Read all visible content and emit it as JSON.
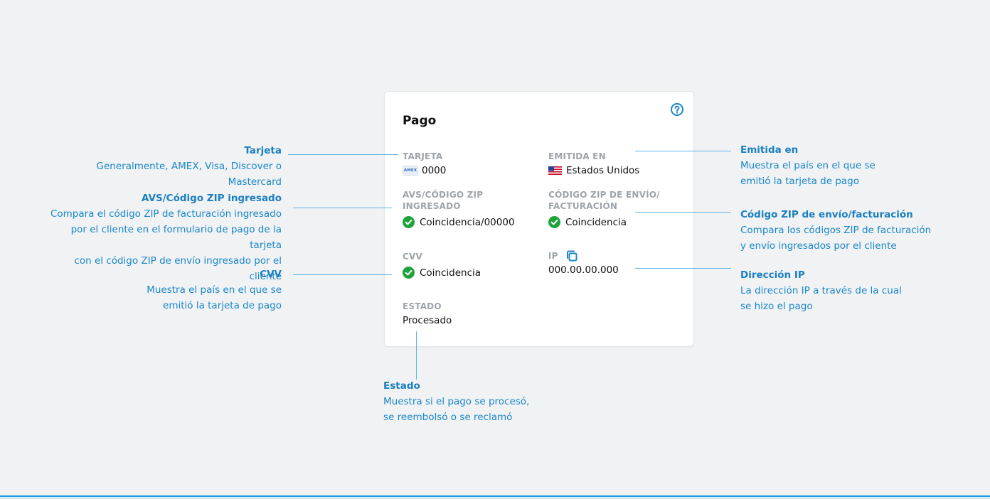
{
  "card": {
    "title": "Pago",
    "fields": {
      "tarjeta": {
        "label": "TARJETA",
        "value": "0000",
        "brand": "AMEX"
      },
      "emitida": {
        "label": "EMITIDA EN",
        "value": "Estados Unidos",
        "flag": "us-flag-icon"
      },
      "avs": {
        "label": "AVS/CÓDIGO ZIP INGRESADO",
        "value": "Coincidencia/00000"
      },
      "zip": {
        "label": "CÓDIGO ZIP DE ENVÍO/ FACTURACIÓN",
        "value": "Coincidencia"
      },
      "cvv": {
        "label": "CVV",
        "value": "Coincidencia"
      },
      "ip": {
        "label": "IP",
        "value": "000.00.00.000"
      },
      "estado": {
        "label": "ESTADO",
        "value": "Procesado"
      }
    }
  },
  "annotations": {
    "tarjeta": {
      "title": "Tarjeta",
      "desc": [
        "Generalmente, AMEX, Visa, Discover o Mastercard"
      ]
    },
    "avs": {
      "title": "AVS/Código ZIP ingresado",
      "desc": [
        "Compara el código ZIP de facturación ingresado",
        "por el cliente en el formulario de pago de la tarjeta",
        "con el código ZIP de envío ingresado por el cliente"
      ]
    },
    "cvv": {
      "title": "CVV",
      "desc": [
        "Muestra el país en el que se",
        "emitió la tarjeta de pago"
      ]
    },
    "emitida": {
      "title": "Emitida en",
      "desc": [
        "Muestra el país en el que se",
        "emitió la tarjeta de pago"
      ]
    },
    "zip": {
      "title": "Código ZIP de envío/facturación",
      "desc": [
        "Compara los códigos ZIP de facturación",
        "y envío ingresados por el cliente"
      ]
    },
    "ip": {
      "title": "Dirección IP",
      "desc": [
        "La dirección IP a través de la cual",
        "se hizo el pago"
      ]
    },
    "estado": {
      "title": "Estado",
      "desc": [
        "Muestra si el pago se procesó,",
        "se reembolsó o se reclamó"
      ]
    }
  },
  "colors": {
    "accent": "#1a87c9",
    "check": "#1fa33b",
    "background": "#f0f2f4"
  },
  "icons": {
    "help": "help-circle-icon",
    "check": "check-circle-icon",
    "copy": "copy-icon"
  }
}
